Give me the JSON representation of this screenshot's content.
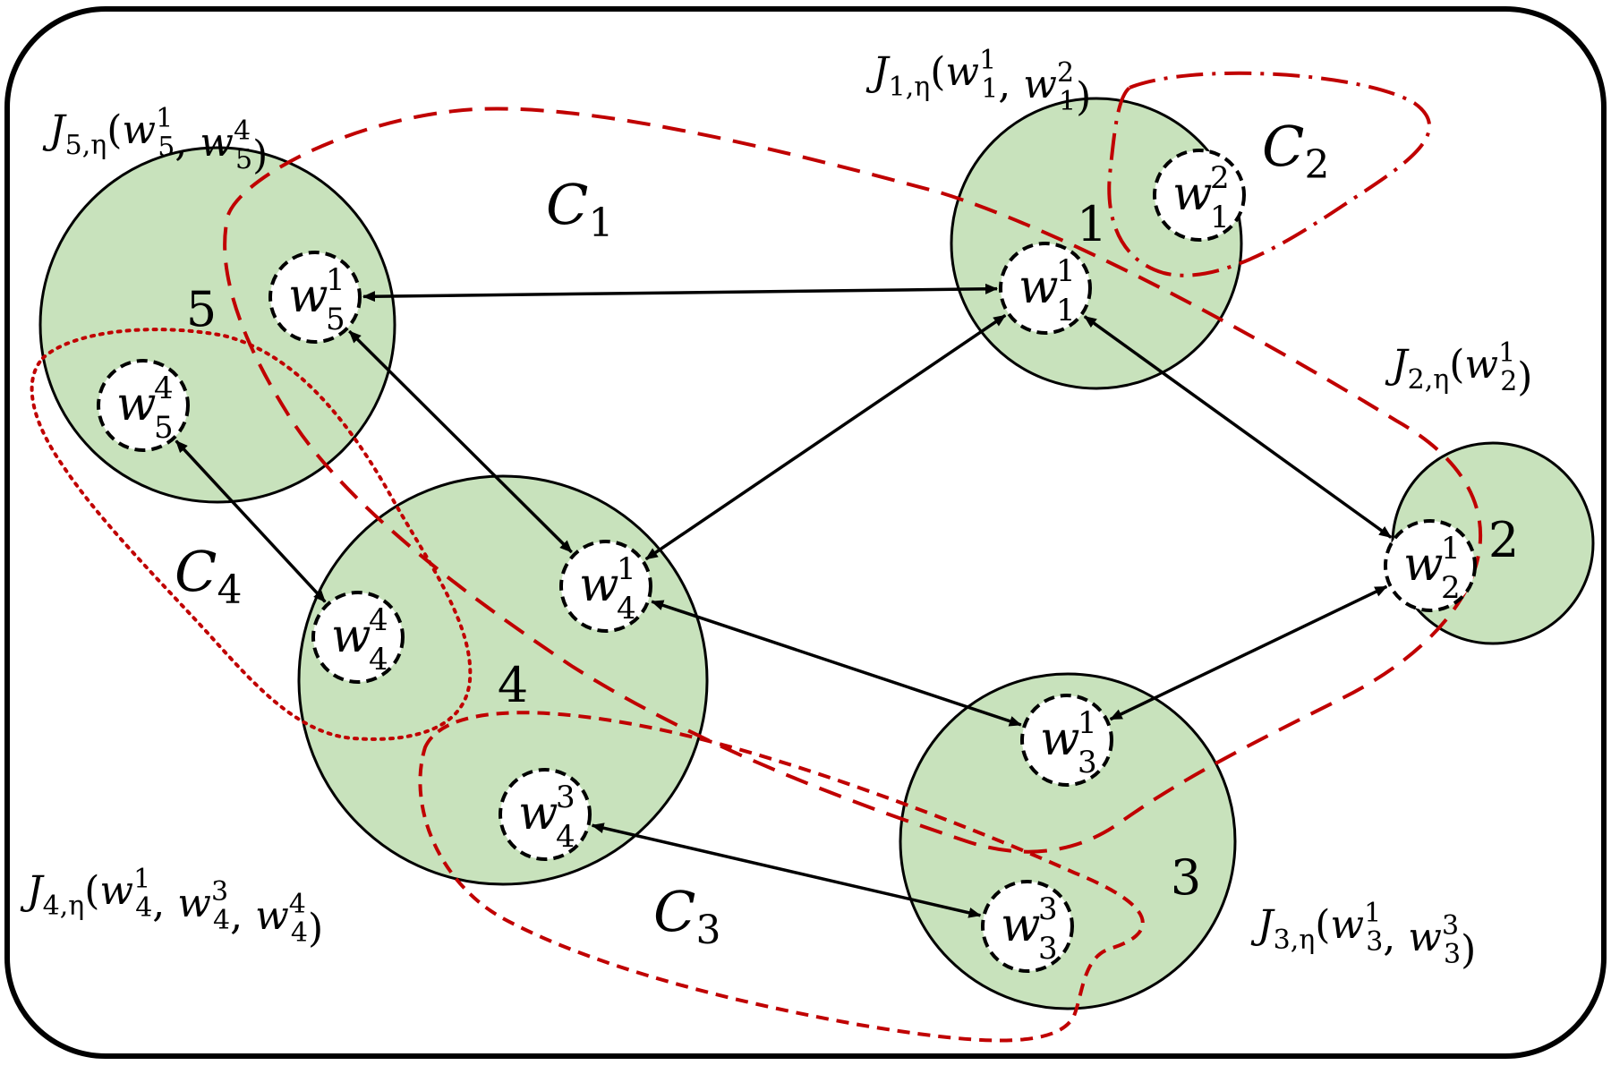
{
  "colors": {
    "agent_fill": "#c8e2bc",
    "cluster_stroke": "#c00000",
    "edge": "#000000"
  },
  "agents": [
    {
      "id": "1",
      "label": "1",
      "objective": {
        "prefix": "J",
        "sub": "1,η",
        "args": [
          [
            "w",
            "1",
            "1"
          ],
          [
            "w",
            "1",
            "2"
          ]
        ]
      }
    },
    {
      "id": "2",
      "label": "2",
      "objective": {
        "prefix": "J",
        "sub": "2,η",
        "args": [
          [
            "w",
            "2",
            "1"
          ]
        ]
      }
    },
    {
      "id": "3",
      "label": "3",
      "objective": {
        "prefix": "J",
        "sub": "3,η",
        "args": [
          [
            "w",
            "3",
            "1"
          ],
          [
            "w",
            "3",
            "3"
          ]
        ]
      }
    },
    {
      "id": "4",
      "label": "4",
      "objective": {
        "prefix": "J",
        "sub": "4,η",
        "args": [
          [
            "w",
            "4",
            "1"
          ],
          [
            "w",
            "4",
            "3"
          ],
          [
            "w",
            "4",
            "4"
          ]
        ]
      }
    },
    {
      "id": "5",
      "label": "5",
      "objective": {
        "prefix": "J",
        "sub": "5,η",
        "args": [
          [
            "w",
            "5",
            "1"
          ],
          [
            "w",
            "5",
            "4"
          ]
        ]
      }
    }
  ],
  "variables": [
    {
      "id": "w11",
      "base": "w",
      "sub": "1",
      "sup": "1"
    },
    {
      "id": "w12",
      "base": "w",
      "sub": "1",
      "sup": "2"
    },
    {
      "id": "w21",
      "base": "w",
      "sub": "2",
      "sup": "1"
    },
    {
      "id": "w31",
      "base": "w",
      "sub": "3",
      "sup": "1"
    },
    {
      "id": "w33",
      "base": "w",
      "sub": "3",
      "sup": "3"
    },
    {
      "id": "w41",
      "base": "w",
      "sub": "4",
      "sup": "1"
    },
    {
      "id": "w43",
      "base": "w",
      "sub": "4",
      "sup": "3"
    },
    {
      "id": "w44",
      "base": "w",
      "sub": "4",
      "sup": "4"
    },
    {
      "id": "w51",
      "base": "w",
      "sub": "5",
      "sup": "1"
    },
    {
      "id": "w54",
      "base": "w",
      "sub": "5",
      "sup": "4"
    }
  ],
  "edges": [
    {
      "from": "w51",
      "to": "w11"
    },
    {
      "from": "w51",
      "to": "w41"
    },
    {
      "from": "w41",
      "to": "w11"
    },
    {
      "from": "w11",
      "to": "w21"
    },
    {
      "from": "w21",
      "to": "w31"
    },
    {
      "from": "w41",
      "to": "w31"
    },
    {
      "from": "w54",
      "to": "w44"
    },
    {
      "from": "w43",
      "to": "w33"
    }
  ],
  "clusters": [
    {
      "id": "C1",
      "letter": "C",
      "index": "1"
    },
    {
      "id": "C2",
      "letter": "C",
      "index": "2"
    },
    {
      "id": "C3",
      "letter": "C",
      "index": "3"
    },
    {
      "id": "C4",
      "letter": "C",
      "index": "4"
    }
  ]
}
